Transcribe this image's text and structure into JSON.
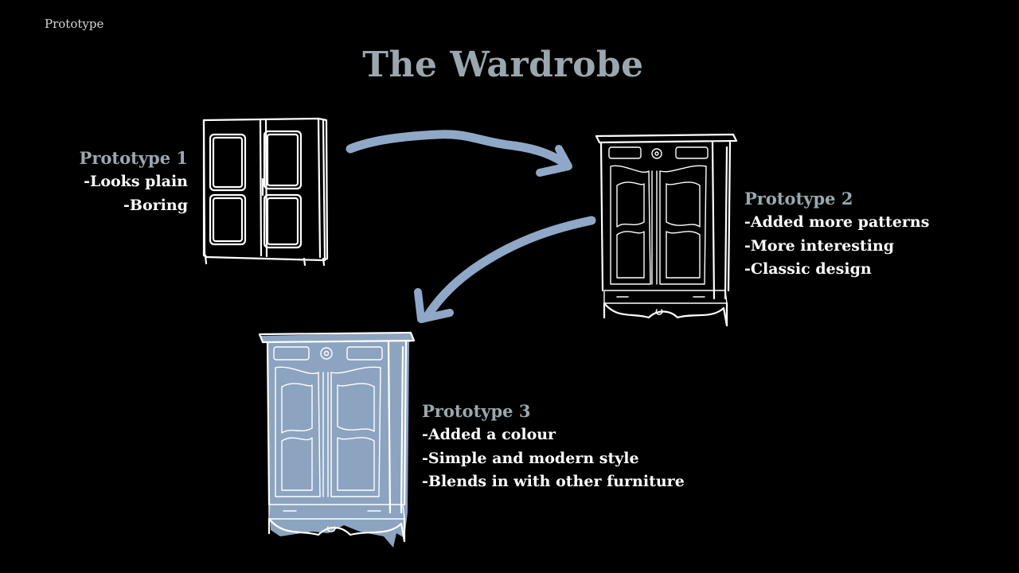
{
  "section_label": "Prototype",
  "title": "The Wardrobe",
  "colors": {
    "background": "#000000",
    "heading": "#9aa8ae",
    "body_text": "#ffffff",
    "arrow": "#8fa8c8",
    "prototype3_fill": "#8ca4c0"
  },
  "prototypes": [
    {
      "title": "Prototype 1",
      "points": [
        "-Looks plain",
        "-Boring"
      ]
    },
    {
      "title": "Prototype 2",
      "points": [
        "-Added more patterns",
        "-More interesting",
        "-Classic design"
      ]
    },
    {
      "title": "Prototype 3",
      "points": [
        "-Added a colour",
        "-Simple and modern style",
        "-Blends in with other furniture"
      ]
    }
  ],
  "icons": [
    "plain-wardrobe-sketch",
    "ornate-wardrobe-sketch",
    "blue-wardrobe-sketch",
    "curved-arrow-right",
    "curved-arrow-down-left"
  ]
}
